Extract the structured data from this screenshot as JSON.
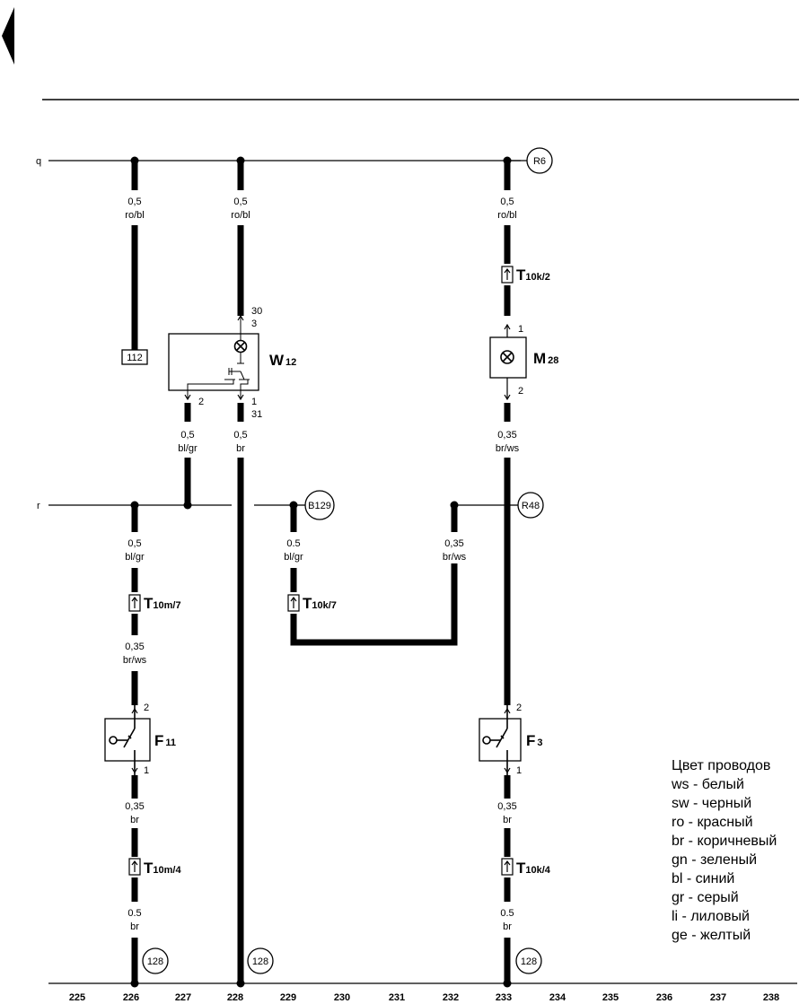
{
  "rails": {
    "q": "q",
    "r": "r"
  },
  "refs": {
    "r6": "R6",
    "b129": "B129",
    "r48": "R48",
    "c128": "128",
    "box112": "112"
  },
  "wires": {
    "w1": [
      "0,5",
      "ro/bl"
    ],
    "w2": [
      "0,5",
      "ro/bl"
    ],
    "w3": [
      "0,5",
      "ro/bl"
    ],
    "w4": [
      "0,5",
      "bl/gr"
    ],
    "w5": [
      "0,5",
      "br"
    ],
    "w6": [
      "0,35",
      "br/ws"
    ],
    "w7": [
      "0,5",
      "bl/gr"
    ],
    "w8": [
      "0.5",
      "bl/gr"
    ],
    "w9": [
      "0,35",
      "br/ws"
    ],
    "w10": [
      "0,35",
      "br/ws"
    ],
    "w11": [
      "0,35",
      "br"
    ],
    "w12": [
      "0.5",
      "br"
    ],
    "w13": [
      "0,35",
      "br"
    ],
    "w14": [
      "0.5",
      "br"
    ]
  },
  "components": {
    "w12": {
      "main": "W",
      "sub": "12"
    },
    "m28": {
      "main": "M",
      "sub": "28"
    },
    "f11": {
      "main": "F",
      "sub": "11"
    },
    "f3": {
      "main": "F",
      "sub": "3"
    }
  },
  "connectors": {
    "t10k2": {
      "main": "T",
      "sub": "10k/2"
    },
    "t10m7": {
      "main": "T",
      "sub": "10m/7"
    },
    "t10k7": {
      "main": "T",
      "sub": "10k/7"
    },
    "t10m4": {
      "main": "T",
      "sub": "10m/4"
    },
    "t10k4": {
      "main": "T",
      "sub": "10k/4"
    }
  },
  "pins": {
    "w12_30": "30",
    "w12_3": "3",
    "w12_2": "2",
    "w12_1": "1",
    "w12_31": "31",
    "m28_1": "1",
    "m28_2": "2",
    "f11_2": "2",
    "f11_1": "1",
    "f3_2": "2",
    "f3_1": "1"
  },
  "legend": {
    "title": "Цвет проводов",
    "items": [
      "ws - белый",
      "sw - черный",
      "ro - красный",
      "br - коричневый",
      "gn - зеленый",
      "bl - синий",
      "gr - серый",
      "li - лиловый",
      "ge - желтый"
    ]
  },
  "scale": [
    "225",
    "226",
    "227",
    "228",
    "229",
    "230",
    "231",
    "232",
    "233",
    "234",
    "235",
    "236",
    "237",
    "238"
  ]
}
